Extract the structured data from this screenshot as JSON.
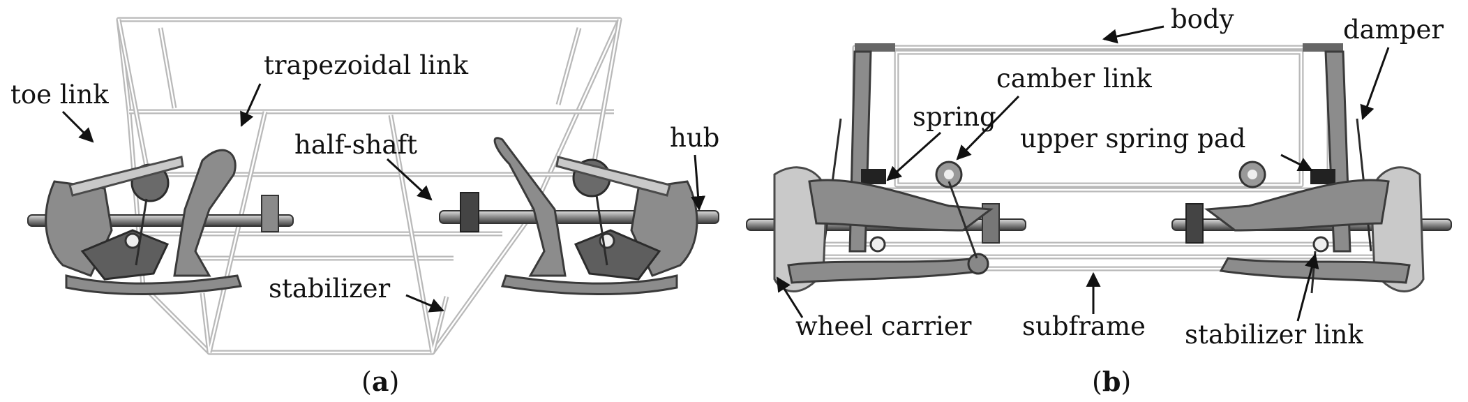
{
  "panel_a": {
    "caption_open": "(",
    "caption_letter": "a",
    "caption_close": ")",
    "labels": {
      "toe_link": "toe link",
      "trapezoidal_link": "trapezoidal link",
      "half_shaft": "half-shaft",
      "hub": "hub",
      "stabilizer": "stabilizer"
    }
  },
  "panel_b": {
    "caption_open": "(",
    "caption_letter": "b",
    "caption_close": ")",
    "labels": {
      "body": "body",
      "damper": "damper",
      "camber_link": "camber link",
      "spring": "spring",
      "upper_spring_pad": "upper spring pad",
      "wheel_carrier": "wheel carrier",
      "subframe": "subframe",
      "stabilizer_link": "stabilizer link"
    }
  },
  "colors": {
    "frame": "#b9b9b9",
    "metal": "#8c8c8c",
    "text": "#111111"
  }
}
